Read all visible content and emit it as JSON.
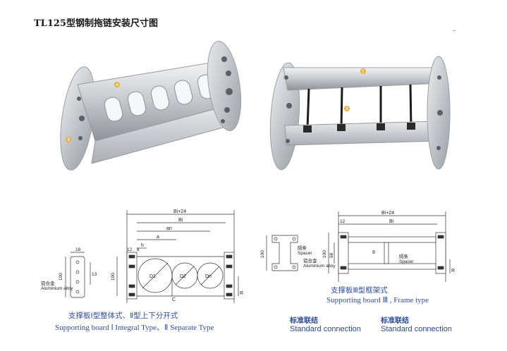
{
  "title": "TL125型钢制拖链安装尺寸图",
  "corner_mark": "ˇ",
  "photos": {
    "left_markers": [
      "4",
      "3"
    ],
    "right_markers": [
      "1",
      "2"
    ]
  },
  "integral_drawing": {
    "side_top_dim": "18",
    "side_inner_dim": "13",
    "side_height": "100",
    "material_cn": "铝合金",
    "material_en": "Aluminium alloy",
    "top_dim_outer": "Bi+24",
    "top_dim_inner": "Bi",
    "dim_an": "an",
    "dim_a": "a",
    "dim_h": "h",
    "dim_12": "12",
    "dim_8": "8",
    "height_100": "100",
    "holes": [
      "D1",
      "D2",
      "Dn"
    ],
    "dim_c": "C",
    "dim_r": "R",
    "caption_cn": "支撑板Ⅰ型整体式、Ⅱ型上下分开式",
    "caption_en": "Supporting board Ⅰ Integral Type、Ⅱ Separate Type"
  },
  "frame_drawing": {
    "side_height": "100",
    "spacer_cn": "隔条",
    "spacer_en": "Spacer",
    "material_cn": "铝合金",
    "material_en": "Aluminium alloy",
    "top_dim_outer": "Bi+24",
    "dim_12": "12",
    "dim_bi": "Bi",
    "height_68": "68",
    "height_100": "100",
    "dim_8": "8",
    "spacer2_cn": "隔条",
    "spacer2_en": "Spacer",
    "dim_r": "R",
    "caption_cn": "支撑板Ⅲ型框架式",
    "caption_en": "Supporting board Ⅲ , Frame type"
  },
  "standard_connection": [
    {
      "cn": "标准联结",
      "en": "Standard connection"
    },
    {
      "cn": "标准联结",
      "en": "Standard connection"
    }
  ]
}
